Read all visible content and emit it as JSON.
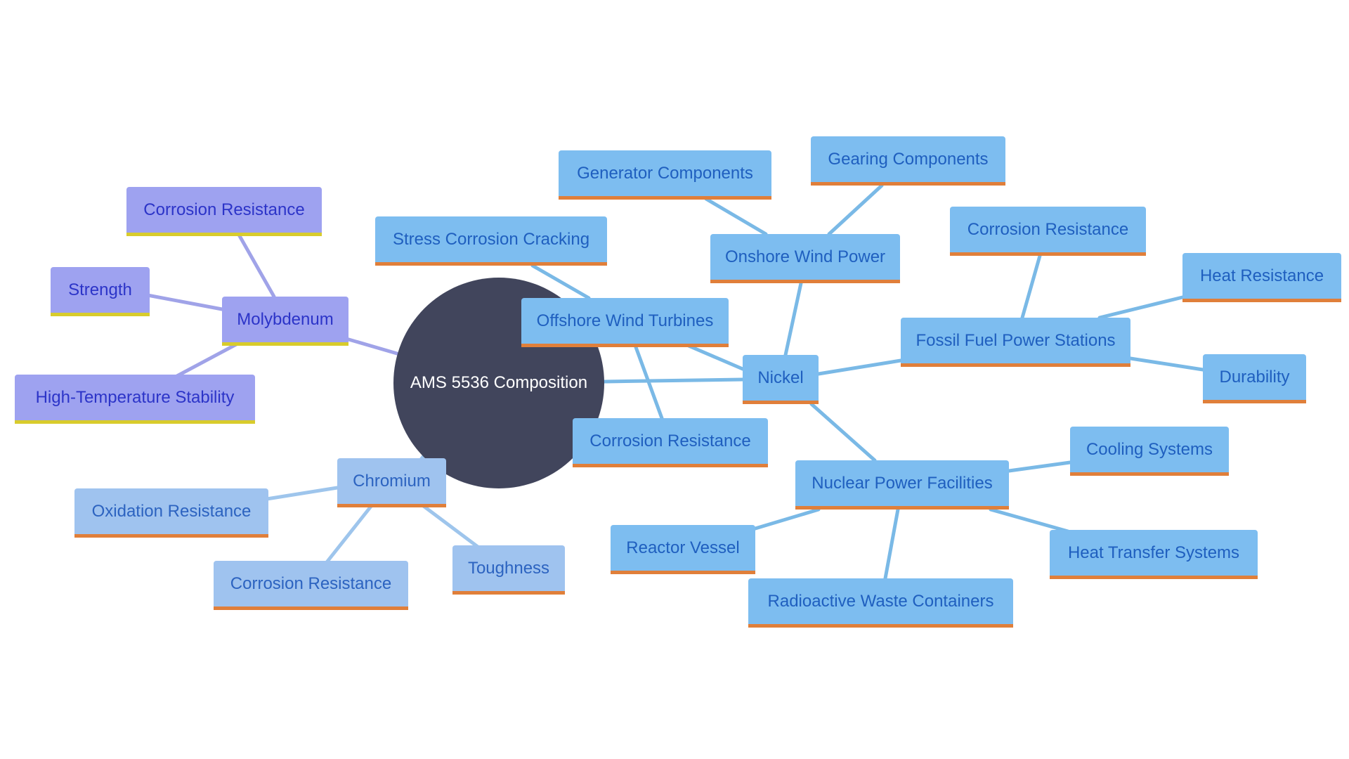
{
  "mindmap": {
    "root": "AMS 5536 Composition",
    "branches": {
      "nickel": {
        "label": "Nickel",
        "color": "#7dbdf0",
        "line_color": "#7ab9e6",
        "border_color": "#e07f3a",
        "children": {
          "onshore": {
            "label": "Onshore Wind Power",
            "children": [
              "Generator Components",
              "Gearing Components"
            ]
          },
          "offshore": {
            "label": "Offshore Wind Turbines",
            "children": [
              "Stress Corrosion Cracking",
              "Corrosion Resistance"
            ]
          },
          "fossil": {
            "label": "Fossil Fuel Power Stations",
            "children": [
              "Corrosion Resistance",
              "Heat Resistance",
              "Durability"
            ]
          },
          "nuclear": {
            "label": "Nuclear Power Facilities",
            "children": [
              "Cooling Systems",
              "Heat Transfer Systems",
              "Radioactive Waste Containers",
              "Reactor Vessel"
            ]
          }
        }
      },
      "chromium": {
        "label": "Chromium",
        "color": "#9fc3ef",
        "line_color": "#9ec5ec",
        "border_color": "#e07f3a",
        "children": [
          "Oxidation Resistance",
          "Corrosion Resistance",
          "Toughness"
        ]
      },
      "molybdenum": {
        "label": "Molybdenum",
        "color": "#9ea2f0",
        "line_color": "#a0a3e8",
        "border_color": "#d8cc2c",
        "children": [
          "Corrosion Resistance",
          "Strength",
          "High-Temperature Stability"
        ]
      }
    }
  }
}
